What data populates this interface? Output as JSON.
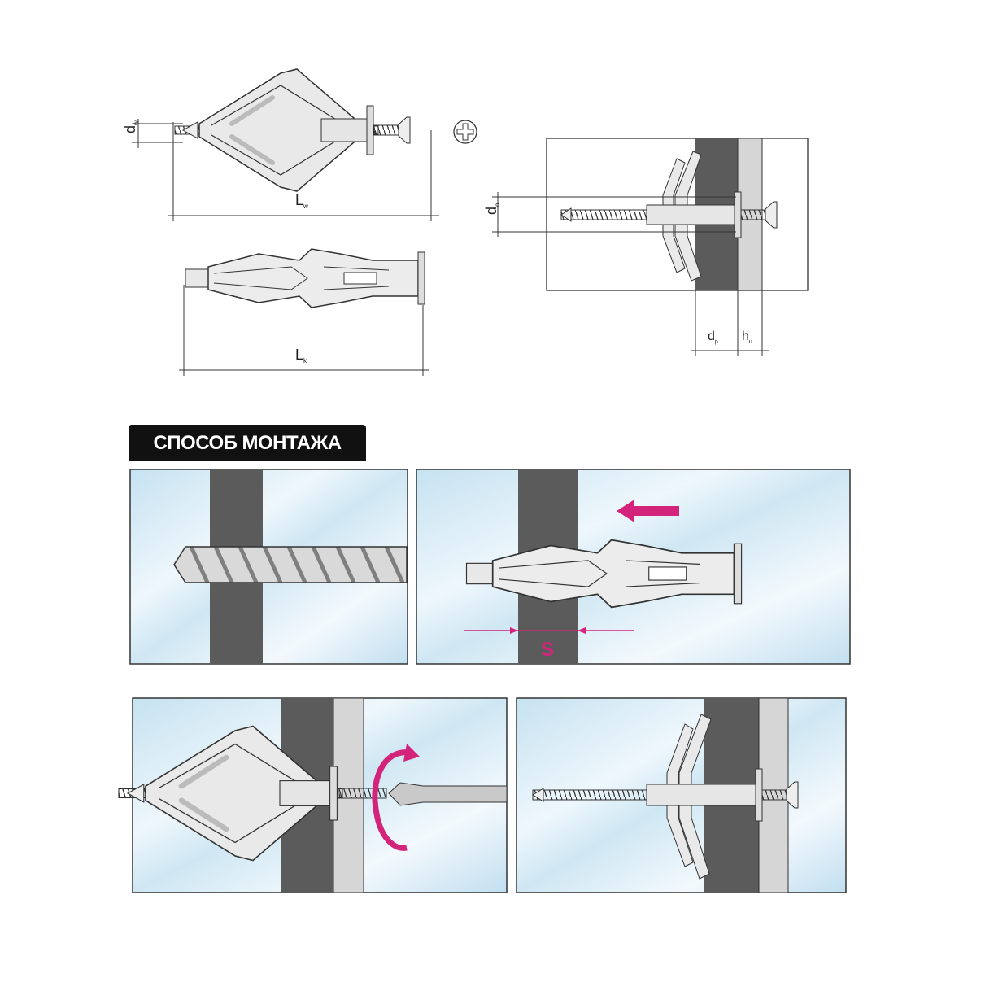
{
  "dimensions": {
    "dw": {
      "main": "d",
      "sub": "w"
    },
    "lw": {
      "main": "L",
      "sub": "w"
    },
    "lk": {
      "main": "L",
      "sub": "k"
    },
    "do": {
      "main": "d",
      "sub": "o"
    },
    "dp": {
      "main": "d",
      "sub": "p"
    },
    "hu": {
      "main": "h",
      "sub": "u"
    }
  },
  "heading": "СПОСОБ МОНТАЖА",
  "steps": {
    "step2_label": "S"
  },
  "colors": {
    "accent": "#d4237a",
    "wall_dark": "#5b5b5b",
    "wall_light": "#d6d6d6",
    "panel_bg": "#d3e9f4"
  }
}
